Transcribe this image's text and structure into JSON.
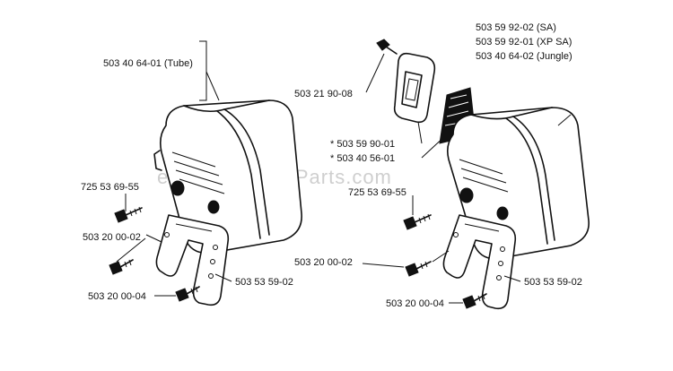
{
  "watermark": "eReplacementParts.com",
  "left_assembly": {
    "labels": {
      "muffler": "503 40 64-01 (Tube)",
      "screw_top": "725 53 69-55",
      "screw_mid": "503 20 00-02",
      "screw_bottom": "503 20 00-04",
      "bracket": "503 53 59-02"
    }
  },
  "right_assembly": {
    "labels": {
      "muffler_sa": "503 59 92-02 (SA)",
      "muffler_xpsa": "503 59 92-01 (XP SA)",
      "muffler_jungle": "503 40 64-02 (Jungle)",
      "screw_deflector": "503 21 90-08",
      "deflector_plate": "* 503 59 90-01",
      "spark_screen": "* 503 40 56-01",
      "screw_top": "725 53 69-55",
      "screw_mid": "503 20 00-02",
      "screw_bottom": "503 20 00-04",
      "bracket": "503 53 59-02"
    }
  }
}
